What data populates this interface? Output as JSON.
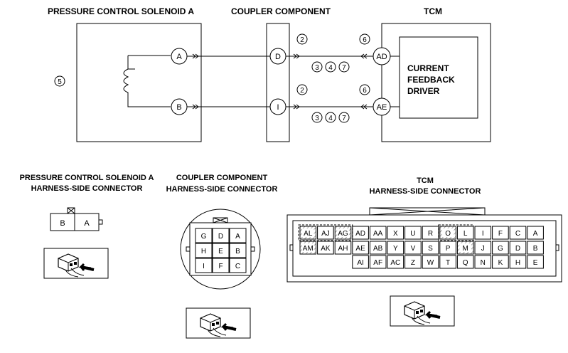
{
  "schematic": {
    "solenoid_title": "PRESSURE CONTROL SOLENOID A",
    "coupler_title": "COUPLER COMPONENT",
    "tcm_title": "TCM",
    "solenoid_terminals": [
      "A",
      "B"
    ],
    "coupler_terminals": [
      "D",
      "I"
    ],
    "tcm_terminals": [
      "AD",
      "AE"
    ],
    "driver_label": [
      "CURRENT",
      "FEEDBACK",
      "DRIVER"
    ],
    "circled_5": "5",
    "circled_2": "2",
    "circled_6": "6",
    "circled_3": "3",
    "circled_4": "4",
    "circled_7": "7"
  },
  "connectors": {
    "solenoid": {
      "title": [
        "PRESSURE CONTROL SOLENOID A",
        "HARNESS-SIDE CONNECTOR"
      ],
      "pins": [
        "B",
        "A"
      ]
    },
    "coupler": {
      "title": [
        "COUPLER COMPONENT",
        "HARNESS-SIDE CONNECTOR"
      ],
      "rows": [
        [
          "G",
          "D",
          "A"
        ],
        [
          "H",
          "E",
          "B"
        ],
        [
          "I",
          "F",
          "C"
        ]
      ]
    },
    "tcm": {
      "title": [
        "TCM",
        "HARNESS-SIDE CONNECTOR"
      ],
      "row1": [
        "AL",
        "AJ",
        "AG",
        "AD",
        "AA",
        "X",
        "U",
        "R",
        "O",
        "L",
        "I",
        "F",
        "C",
        "A"
      ],
      "row2": [
        "AM",
        "AK",
        "AH",
        "AE",
        "AB",
        "Y",
        "V",
        "S",
        "P",
        "M",
        "J",
        "G",
        "D",
        "B"
      ],
      "row3": [
        "AI",
        "AF",
        "AC",
        "Z",
        "W",
        "T",
        "Q",
        "N",
        "K",
        "H",
        "E"
      ]
    }
  }
}
